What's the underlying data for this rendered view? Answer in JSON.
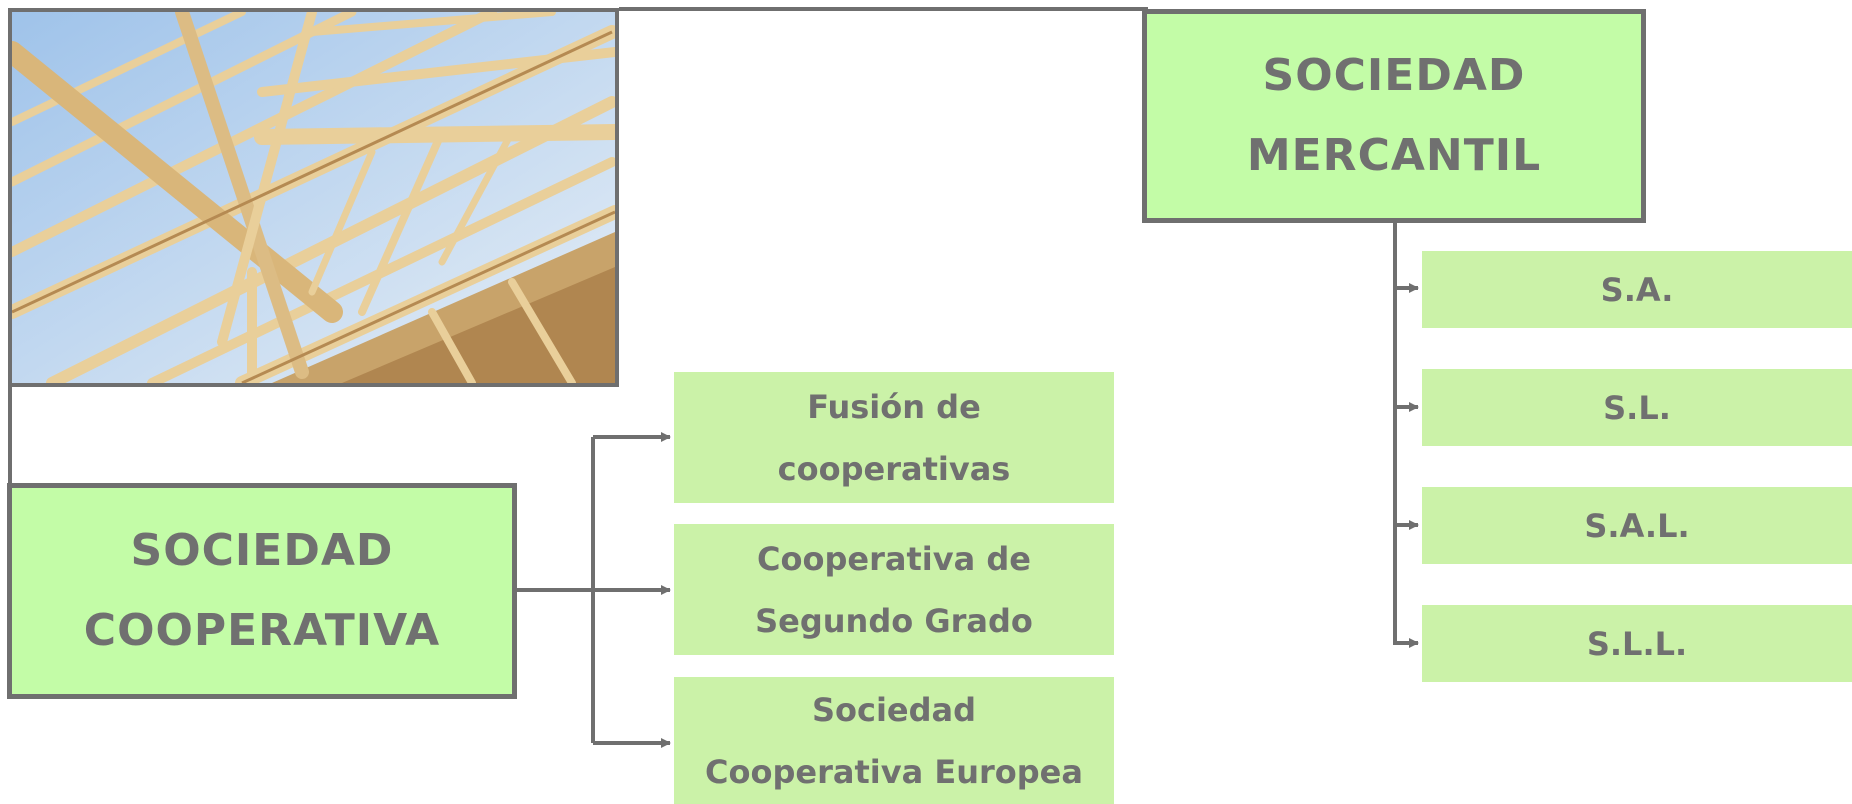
{
  "diagram": {
    "top_box": {
      "line1": "SOCIEDAD",
      "line2": "MERCANTIL"
    },
    "bottom_box": {
      "line1": "SOCIEDAD",
      "line2": "COOPERATIVA"
    },
    "cooperative_children": [
      {
        "line1": "Fusión de",
        "line2": "cooperativas"
      },
      {
        "line1": "Cooperativa de",
        "line2": "Segundo Grado"
      },
      {
        "line1": "Sociedad",
        "line2": "Cooperativa Europea"
      }
    ],
    "mercantile_children": [
      "S.A.",
      "S.L.",
      "S.A.L.",
      "S.L.L."
    ],
    "colors": {
      "box_fill": "#c3fca7",
      "child_fill": "#cbf2a8",
      "border": "#6f6f6f",
      "text": "#707070"
    }
  },
  "photo": {
    "subject": "wooden roof truss framing against blue sky"
  }
}
